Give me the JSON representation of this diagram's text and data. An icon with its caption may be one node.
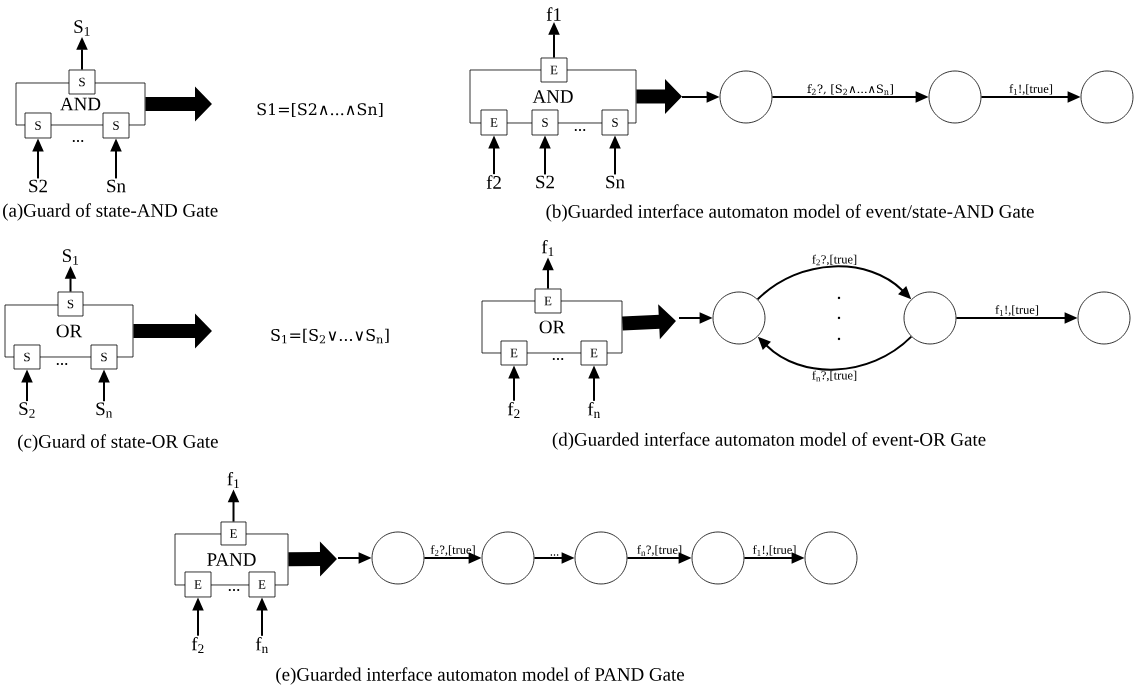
{
  "diagram": {
    "nodes": [
      {
        "text": [
          "AND"
        ]
      },
      {
        "text": [
          "S"
        ]
      },
      {
        "text": [
          "S"
        ]
      },
      {
        "text": [
          "S"
        ]
      },
      {
        "text": [
          "S$_{1}$"
        ]
      },
      {
        "text": [
          "S2"
        ]
      },
      {
        "text": [
          "Sn"
        ]
      },
      {
        "text": [
          "S1=[S2∧...∧Sn]"
        ]
      },
      {
        "text": [
          "AND"
        ]
      },
      {
        "text": [
          "E"
        ]
      },
      {
        "text": [
          "E"
        ]
      },
      {
        "text": [
          "S"
        ]
      },
      {
        "text": [
          "S"
        ]
      },
      {
        "text": [
          "f1"
        ]
      },
      {
        "text": [
          "f2"
        ]
      },
      {
        "text": [
          "S2"
        ]
      },
      {
        "text": [
          "Sn"
        ]
      },
      {
        "text": [],
        "shape": "circle"
      },
      {
        "text": [],
        "shape": "circle"
      },
      {
        "text": [],
        "shape": "circle"
      },
      {
        "text": [
          "OR"
        ]
      },
      {
        "text": [
          "S"
        ]
      },
      {
        "text": [
          "S"
        ]
      },
      {
        "text": [
          "S"
        ]
      },
      {
        "text": [
          "S$_{1}$"
        ]
      },
      {
        "text": [
          "S$_{2}$"
        ]
      },
      {
        "text": [
          "S$_{n}$"
        ]
      },
      {
        "text": [
          "S$_{1}$=[S$_{2}$∨...∨S$_{n}$]"
        ]
      },
      {
        "text": [
          "OR"
        ]
      },
      {
        "text": [
          "E"
        ]
      },
      {
        "text": [
          "E"
        ]
      },
      {
        "text": [
          "E"
        ]
      },
      {
        "text": [
          "f$_{1}$"
        ]
      },
      {
        "text": [
          "f$_{2}$"
        ]
      },
      {
        "text": [
          "f$_{n}$"
        ]
      },
      {
        "text": [],
        "shape": "circle"
      },
      {
        "text": [],
        "shape": "circle"
      },
      {
        "text": [],
        "shape": "circle"
      },
      {
        "text": [
          "PAND"
        ]
      },
      {
        "text": [
          "E"
        ]
      },
      {
        "text": [
          "E"
        ]
      },
      {
        "text": [
          "E"
        ]
      },
      {
        "text": [
          "f$_{1}$"
        ]
      },
      {
        "text": [
          "f$_{2}$"
        ]
      },
      {
        "text": [
          "f$_{n}$"
        ]
      },
      {
        "text": [],
        "shape": "circle"
      },
      {
        "text": [],
        "shape": "circle"
      },
      {
        "text": [],
        "shape": "circle"
      },
      {
        "text": [],
        "shape": "circle"
      },
      {
        "text": [],
        "shape": "circle"
      }
    ],
    "edges": [
      {
        "from": 1,
        "to": 4,
        "arrow": "to"
      },
      {
        "from": 5,
        "to": 2,
        "arrow": "to"
      },
      {
        "from": 6,
        "to": 3,
        "arrow": "to"
      },
      {
        "from": 0,
        "to": null,
        "arrow": "to",
        "style": "thick"
      },
      {
        "from": 9,
        "to": 13,
        "arrow": "to"
      },
      {
        "from": 14,
        "to": 10,
        "arrow": "to"
      },
      {
        "from": 15,
        "to": 11,
        "arrow": "to"
      },
      {
        "from": 16,
        "to": 12,
        "arrow": "to"
      },
      {
        "from": 8,
        "to": null,
        "arrow": "to",
        "style": "thick"
      },
      {
        "from": null,
        "to": 17,
        "arrow": "to"
      },
      {
        "from": 17,
        "to": 18,
        "arrow": "to",
        "label": "f$_{2}$?, [S$_{2}$∧...∧S$_{n}$]"
      },
      {
        "from": 18,
        "to": 19,
        "arrow": "to",
        "label": "f$_{1}$!,[true]"
      },
      {
        "from": 21,
        "to": 24,
        "arrow": "to"
      },
      {
        "from": 25,
        "to": 22,
        "arrow": "to"
      },
      {
        "from": 26,
        "to": 23,
        "arrow": "to"
      },
      {
        "from": 20,
        "to": null,
        "arrow": "to",
        "style": "thick"
      },
      {
        "from": 29,
        "to": 32,
        "arrow": "to"
      },
      {
        "from": 33,
        "to": 30,
        "arrow": "to"
      },
      {
        "from": 34,
        "to": 31,
        "arrow": "to"
      },
      {
        "from": 28,
        "to": null,
        "arrow": "to",
        "style": "thick"
      },
      {
        "from": null,
        "to": 35,
        "arrow": "to"
      },
      {
        "from": 35,
        "to": 36,
        "arrow": "to",
        "label": "f$_{2}$?,[true]"
      },
      {
        "from": 36,
        "to": 35,
        "arrow": "to",
        "label": "f$_{n}$?,[true]"
      },
      {
        "from": 36,
        "to": 37,
        "arrow": "to",
        "label": "f$_{1}$!,[true]"
      },
      {
        "from": 39,
        "to": 42,
        "arrow": "to"
      },
      {
        "from": 43,
        "to": 40,
        "arrow": "to"
      },
      {
        "from": 44,
        "to": 41,
        "arrow": "to"
      },
      {
        "from": 38,
        "to": null,
        "arrow": "to",
        "style": "thick"
      },
      {
        "from": null,
        "to": 45,
        "arrow": "to"
      },
      {
        "from": 45,
        "to": 46,
        "arrow": "to",
        "label": "f$_{2}$?,[true]"
      },
      {
        "from": 46,
        "to": 47,
        "arrow": "to",
        "label": "..."
      },
      {
        "from": 47,
        "to": 48,
        "arrow": "to",
        "label": "f$_{n}$?,[true]"
      },
      {
        "from": 48,
        "to": 49,
        "arrow": "to",
        "label": "f$_{1}$!,[true]"
      }
    ],
    "labels": [
      "...",
      "(a)Guard of state-AND Gate",
      "...",
      "(b)Guarded interface automaton model of event/state-AND Gate",
      "...",
      "(c)Guard of state-OR Gate",
      "...",
      "(d)Guarded interface automaton model of event-OR Gate",
      "...",
      "(e)Guarded interface automaton model of PAND Gate"
    ]
  }
}
